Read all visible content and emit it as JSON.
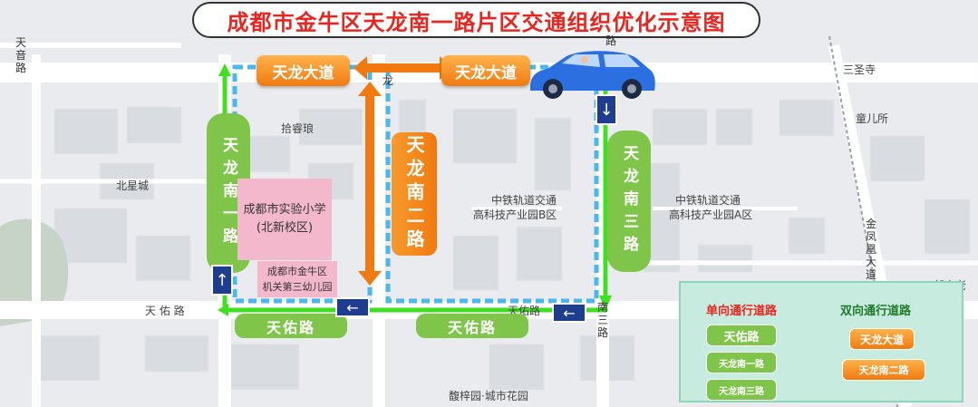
{
  "title": "成都市金牛区天龙南一路片区交通组织优化示意图",
  "map_labels": {
    "tianyin": "天音路",
    "sanshengsi": "三圣寺",
    "tongersuo": "童儿所",
    "beixingcheng": "北星城",
    "shirui": "拾睿琅",
    "zhongtie_b_1": "中铁轨道交通",
    "zhongtie_b_2": "高科技产业园B区",
    "zhongtie_a_1": "中铁轨道交通",
    "zhongtie_a_2": "高科技产业园A区",
    "jinfenghuang": "金凤凰大道",
    "guojialao": "郭家老",
    "tianyou_left": "天 佑 路",
    "tianyou_right": "天佑路",
    "nan_san": "南三路",
    "lu_top": "路",
    "long_top": "龙",
    "ciyuan": "馥梓园·城市花园",
    "jin": "金"
  },
  "roads": {
    "tianlong_left": "天龙大道",
    "tianlong_right": "天龙大道",
    "nan_er": "天龙南二路",
    "nan_yi": "天龙南一路",
    "nan_san": "天龙南三路",
    "tianyou_1": "天佑路",
    "tianyou_2": "天佑路"
  },
  "buildings": {
    "school_line1": "成都市实验小学",
    "school_line2": "(北新校区)",
    "kinder_line1": "成都市金牛区",
    "kinder_line2": "机关第三幼儿园"
  },
  "signs": {
    "down": "↓",
    "up": "↑",
    "left1": "←",
    "left2": "←"
  },
  "legend": {
    "one_way_title": "单向通行道路",
    "two_way_title": "双向通行道路",
    "one_way_items": [
      "天佑路",
      "天龙南一路",
      "天龙南三路"
    ],
    "two_way_items": [
      "天龙大道",
      "天龙南二路"
    ]
  },
  "colors": {
    "green": "#7ec549",
    "orange": "#f07a10",
    "title_red": "#e8261f",
    "sign_blue": "#1f3d8f",
    "route_blue": "#4ab8ee"
  }
}
